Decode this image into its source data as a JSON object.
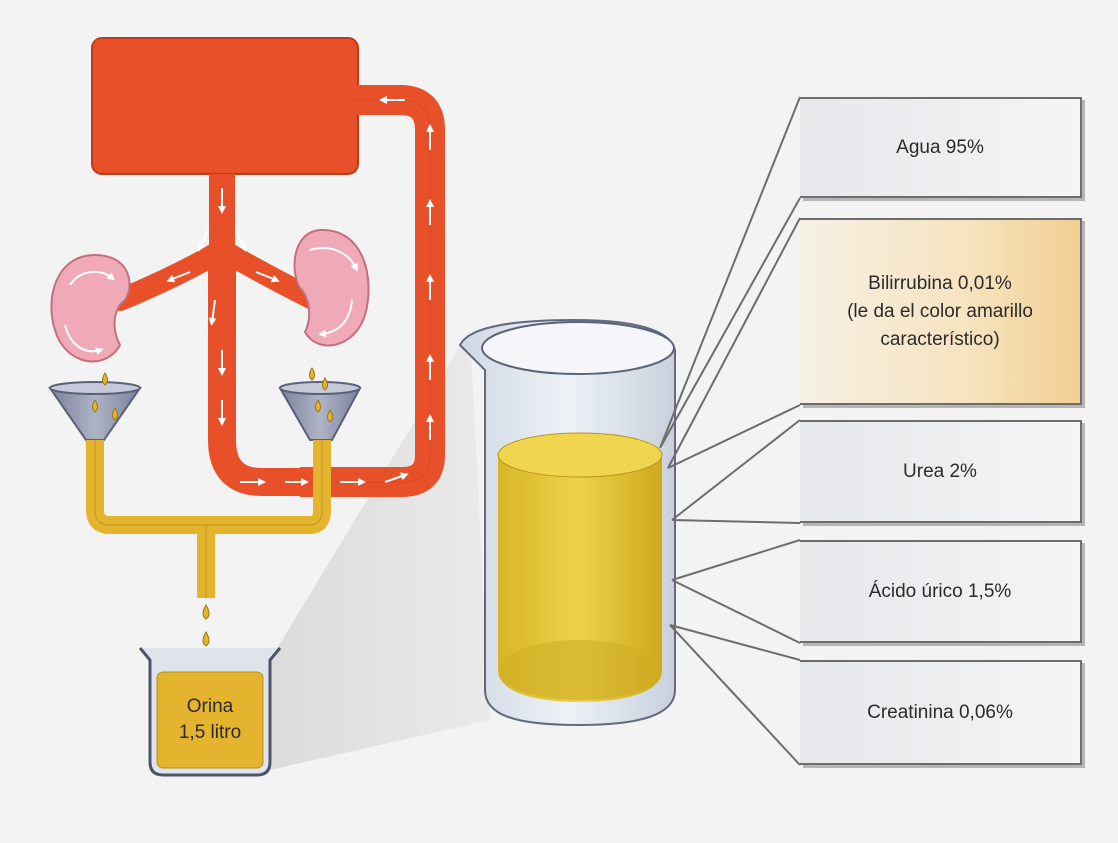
{
  "beaker_small": {
    "line1": "Orina",
    "line2": "1,5 litro"
  },
  "components": [
    {
      "id": "agua",
      "lines": [
        "Agua 95%"
      ]
    },
    {
      "id": "bilirrubina",
      "lines": [
        "Bilirrubina 0,01%",
        "(le da el color amarillo",
        "característico)"
      ]
    },
    {
      "id": "urea",
      "lines": [
        "Urea 2%"
      ]
    },
    {
      "id": "acido-urico",
      "lines": [
        "Ácido úrico 1,5%"
      ]
    },
    {
      "id": "creatinina",
      "lines": [
        "Creatinina 0,06%"
      ]
    }
  ],
  "colors": {
    "blood": "#e8502a",
    "urine": "#e4b42e",
    "kidney": "#f0aab7",
    "funnel": "#8d93a8"
  }
}
